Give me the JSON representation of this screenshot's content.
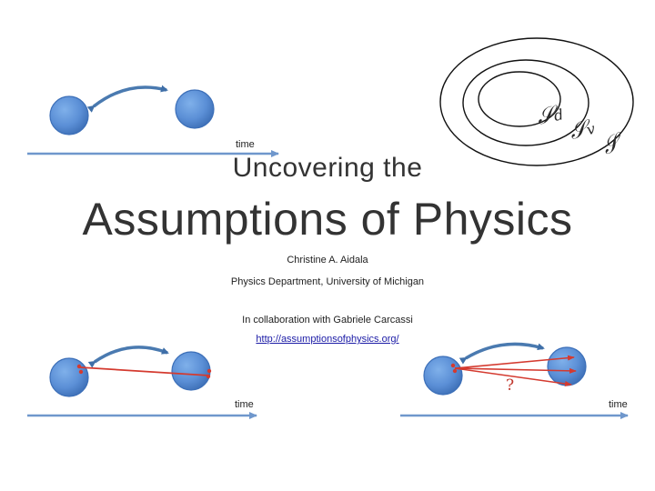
{
  "title": {
    "line1": "Uncovering the",
    "line2": "Assumptions of Physics"
  },
  "author": "Christine A. Aidala",
  "affiliation": "Physics Department, University of Michigan",
  "collaboration": "In collaboration with Gabriele Carcassi",
  "link": "http://assumptionsofphysics.org/",
  "axis_labels": {
    "top_left": "time",
    "bottom_left": "time",
    "bottom_right": "time"
  },
  "question_mark": "?",
  "sets": {
    "inner": "𝒮",
    "inner_sub": "d",
    "middle": "𝒮",
    "middle_sub": "v",
    "outer": "𝒮"
  },
  "colors": {
    "ball": "#5b8fd6",
    "ball_edge": "#3c6fb8",
    "arrow": "#4a7ab0",
    "axis": "#6f97cc",
    "red": "#d43a2f"
  }
}
